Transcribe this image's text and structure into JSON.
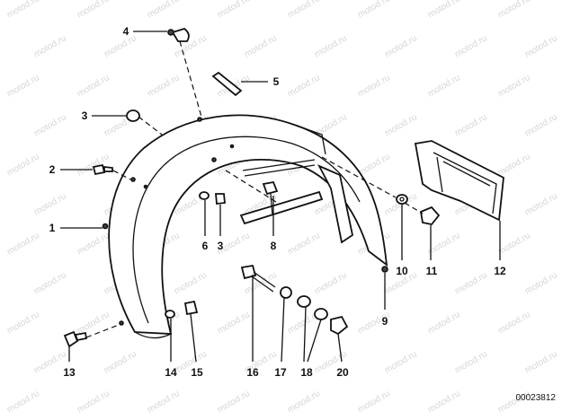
{
  "watermark_text": "motod.ru",
  "reference_code": "00023812",
  "callouts": [
    {
      "id": "c1",
      "label": "1"
    },
    {
      "id": "c2",
      "label": "2"
    },
    {
      "id": "c3a",
      "label": "3"
    },
    {
      "id": "c3b",
      "label": "3"
    },
    {
      "id": "c4",
      "label": "4"
    },
    {
      "id": "c5",
      "label": "5"
    },
    {
      "id": "c6",
      "label": "6"
    },
    {
      "id": "c8",
      "label": "8"
    },
    {
      "id": "c9",
      "label": "9"
    },
    {
      "id": "c10",
      "label": "10"
    },
    {
      "id": "c11",
      "label": "11"
    },
    {
      "id": "c12",
      "label": "12"
    },
    {
      "id": "c13",
      "label": "13"
    },
    {
      "id": "c14",
      "label": "14"
    },
    {
      "id": "c15",
      "label": "15"
    },
    {
      "id": "c16",
      "label": "16"
    },
    {
      "id": "c17",
      "label": "17"
    },
    {
      "id": "c18",
      "label": "18"
    },
    {
      "id": "c20",
      "label": "20"
    }
  ]
}
